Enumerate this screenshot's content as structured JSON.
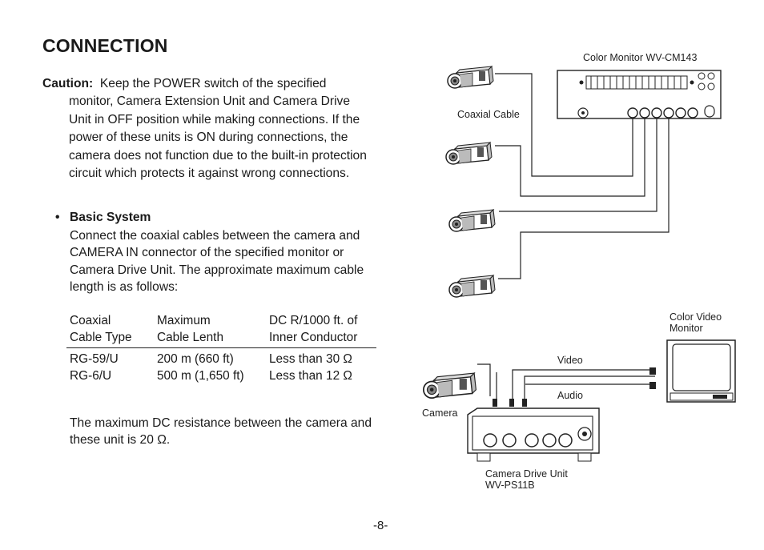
{
  "title": "CONNECTION",
  "caution": {
    "label": "Caution:",
    "line1": "Keep the POWER switch of the specified",
    "rest": "monitor, Camera Extension Unit and Camera Drive Unit in OFF position while making connections. If the power of these units is ON during connections, the camera does not function due to the built-in protection circuit which protects it against wrong connections."
  },
  "basic_system": {
    "bullet": "•",
    "heading": "Basic System",
    "body": "Connect the coaxial cables between the camera and CAMERA IN connector of the specified monitor or Camera Drive Unit. The approximate maximum cable length is as follows:"
  },
  "table": {
    "headers": [
      [
        "Coaxial",
        "Cable Type"
      ],
      [
        "Maximum",
        "Cable Lenth"
      ],
      [
        "DC R/1000 ft. of",
        "Inner Conductor"
      ]
    ],
    "rows": [
      [
        "RG-59/U",
        "200 m (660 ft)",
        "Less than 30 Ω"
      ],
      [
        "RG-6/U",
        "500 m (1,650 ft)",
        "Less than 12 Ω"
      ]
    ]
  },
  "closing": "The maximum DC resistance between the camera and these unit is 20 Ω.",
  "page_number": "-8-",
  "diagram": {
    "color_monitor_label": "Color Monitor WV-CM143",
    "coaxial_cable_label": "Coaxial Cable",
    "color_video_monitor_label": [
      "Color Video",
      "Monitor"
    ],
    "video_label": "Video",
    "audio_label": "Audio",
    "camera_label": "Camera",
    "drive_unit_label": [
      "Camera Drive Unit",
      "WV-PS11B"
    ]
  }
}
